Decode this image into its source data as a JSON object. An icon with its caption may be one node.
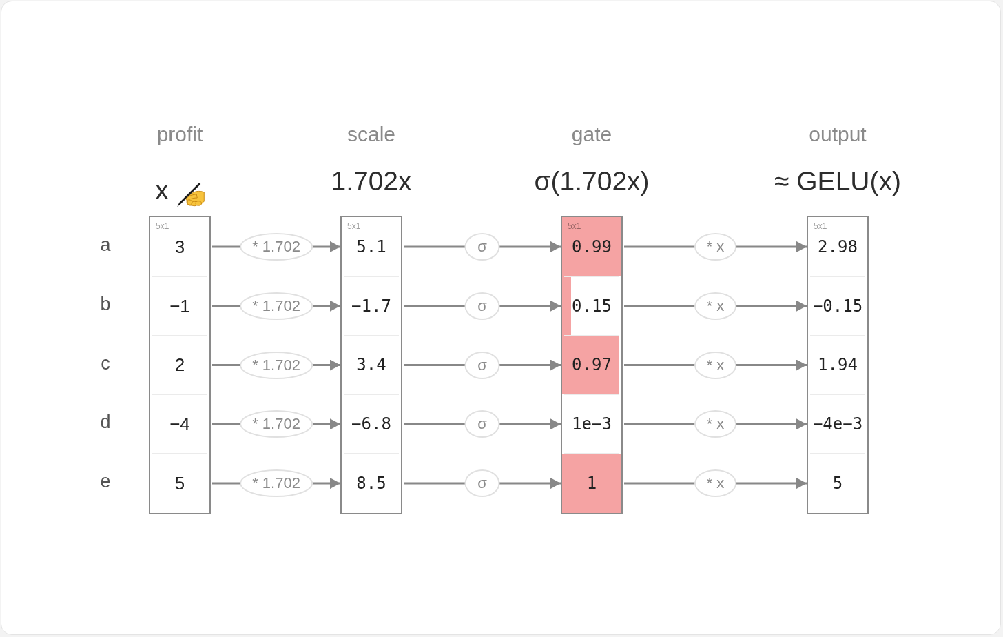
{
  "diagram": {
    "nodes": [
      {
        "text": [
          "profit",
          "x"
        ]
      },
      {
        "text": [
          "5x1",
          "3"
        ],
        "in": 0
      },
      {
        "text": [
          "−1"
        ],
        "in": 0
      },
      {
        "text": [
          "2"
        ],
        "in": 0
      },
      {
        "text": [
          "−4"
        ],
        "in": 0
      },
      {
        "text": [
          "5"
        ],
        "in": 0
      },
      {
        "text": [
          "scale",
          "1.702x"
        ]
      },
      {
        "text": [
          "5x1",
          "5.1"
        ],
        "in": 6
      },
      {
        "text": [
          "−1.7"
        ],
        "in": 6
      },
      {
        "text": [
          "3.4"
        ],
        "in": 6
      },
      {
        "text": [
          "−6.8"
        ],
        "in": 6
      },
      {
        "text": [
          "8.5"
        ],
        "in": 6
      },
      {
        "text": [
          "gate",
          "σ(1.702x)"
        ]
      },
      {
        "text": [
          "5x1",
          "0.99"
        ],
        "in": 12
      },
      {
        "text": [
          "0.15"
        ],
        "in": 12
      },
      {
        "text": [
          "0.97"
        ],
        "in": 12
      },
      {
        "text": [
          "1e−3"
        ],
        "in": 12
      },
      {
        "text": [
          "1"
        ],
        "in": 12
      },
      {
        "text": [
          "output",
          "≈ GELU(x)"
        ]
      },
      {
        "text": [
          "5x1",
          "2.98"
        ],
        "in": 18
      },
      {
        "text": [
          "−0.15"
        ],
        "in": 18
      },
      {
        "text": [
          "1.94"
        ],
        "in": 18
      },
      {
        "text": [
          "−4e−3"
        ],
        "in": 18
      },
      {
        "text": [
          "5"
        ],
        "in": 18
      }
    ],
    "edges": [
      {
        "from": 1,
        "to": 7,
        "arrow": "to",
        "label": "* 1.702"
      },
      {
        "from": 7,
        "to": 13,
        "arrow": "to",
        "label": "σ"
      },
      {
        "from": 13,
        "to": 19,
        "arrow": "to",
        "label": "* x"
      },
      {
        "from": 2,
        "to": 8,
        "arrow": "to",
        "label": "* 1.702"
      },
      {
        "from": 8,
        "to": 14,
        "arrow": "to",
        "label": "σ"
      },
      {
        "from": 14,
        "to": 20,
        "arrow": "to",
        "label": "* x"
      },
      {
        "from": 3,
        "to": 9,
        "arrow": "to",
        "label": "* 1.702"
      },
      {
        "from": 9,
        "to": 15,
        "arrow": "to",
        "label": "σ"
      },
      {
        "from": 15,
        "to": 21,
        "arrow": "to",
        "label": "* x"
      },
      {
        "from": 4,
        "to": 10,
        "arrow": "to",
        "label": "* 1.702"
      },
      {
        "from": 10,
        "to": 16,
        "arrow": "to",
        "label": "σ"
      },
      {
        "from": 16,
        "to": 22,
        "arrow": "to",
        "label": "* x"
      },
      {
        "from": 5,
        "to": 11,
        "arrow": "to",
        "label": "* 1.702"
      },
      {
        "from": 11,
        "to": 17,
        "arrow": "to",
        "label": "σ"
      },
      {
        "from": 17,
        "to": 23,
        "arrow": "to",
        "label": "* x"
      }
    ],
    "labels": [
      "a",
      "b",
      "c",
      "d",
      "e"
    ]
  }
}
